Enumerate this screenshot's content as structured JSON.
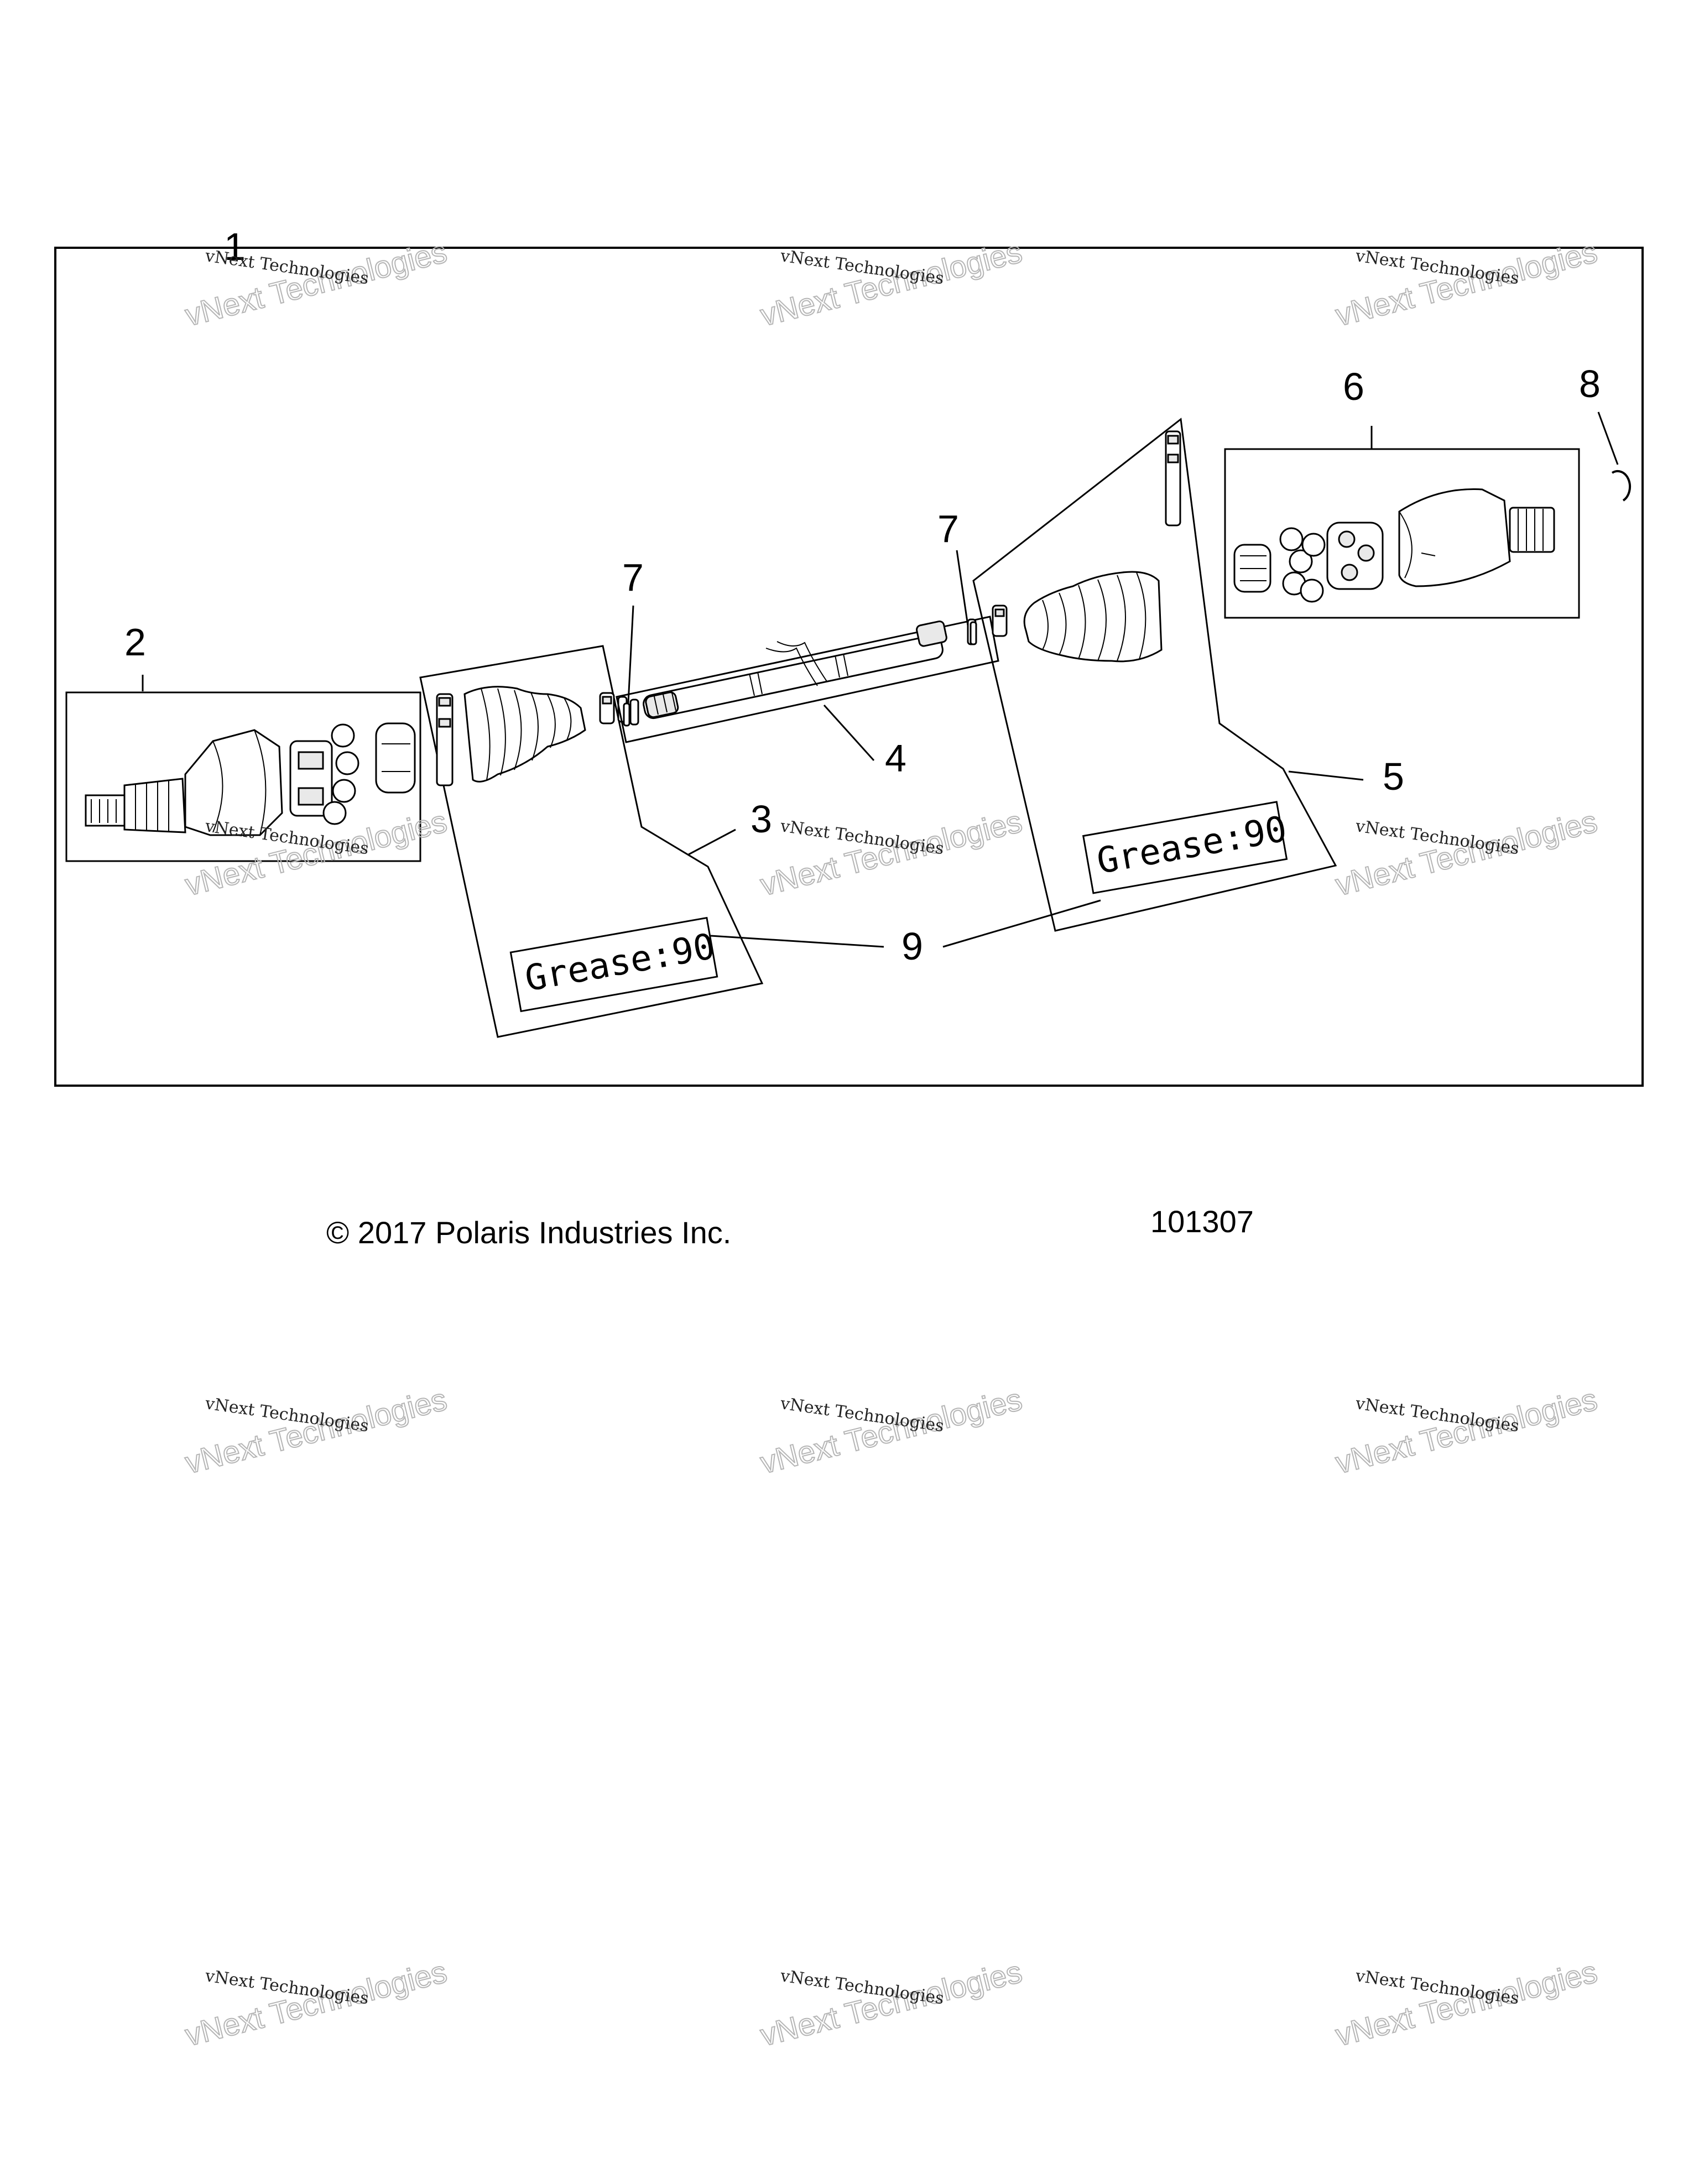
{
  "callouts": {
    "c1": "1",
    "c2": "2",
    "c3": "3",
    "c4": "4",
    "c5": "5",
    "c6": "6",
    "c7a": "7",
    "c7b": "7",
    "c8": "8",
    "c9": "9"
  },
  "labels": {
    "grease_left": "Grease:90",
    "grease_right": "Grease:90"
  },
  "footer": {
    "copyright": "© 2017 Polaris Industries Inc.",
    "figure_number": "101307"
  },
  "watermark": {
    "line1": "vNext Technologies",
    "line2": "vNext Technologies"
  }
}
